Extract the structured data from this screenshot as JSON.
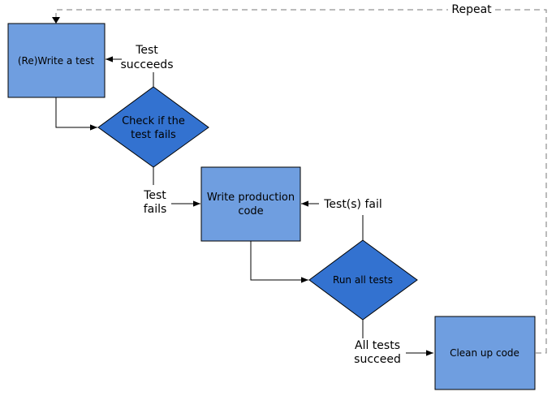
{
  "nodes": {
    "write_test": "(Re)Write a test",
    "check_fails": [
      "Check if the",
      "test fails"
    ],
    "write_code": [
      "Write production",
      "code"
    ],
    "run_tests": "Run all tests",
    "clean_up": "Clean up code"
  },
  "edges": {
    "repeat": "Repeat",
    "test_succeeds": [
      "Test",
      "succeeds"
    ],
    "test_fails": [
      "Test",
      "fails"
    ],
    "tests_fail": "Test(s) fail",
    "all_succeed": [
      "All tests",
      "succeed"
    ]
  },
  "colors": {
    "box_fill": "#6f9ee0",
    "diamond_fill": "#3372d0",
    "repeat_line": "#777777"
  }
}
